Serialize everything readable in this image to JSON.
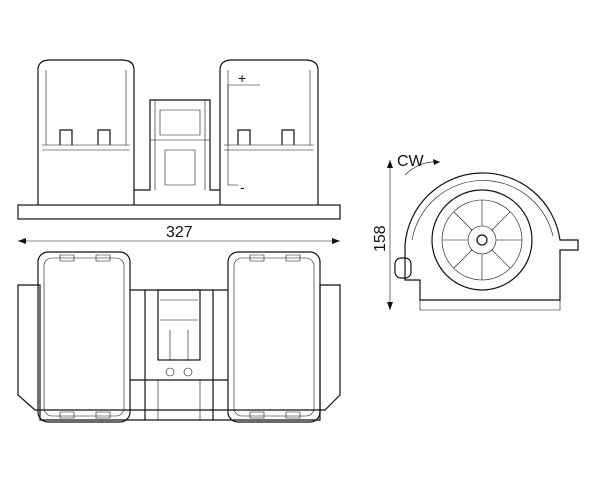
{
  "labels": {
    "plus": "+",
    "minus": "-",
    "width_dimension": "327",
    "rotation": "CW",
    "height_dimension": "158"
  }
}
